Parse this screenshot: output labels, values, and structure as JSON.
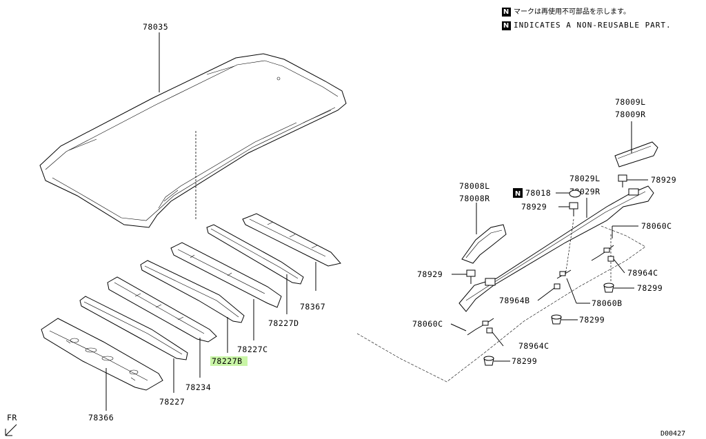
{
  "legend": {
    "badge": "N",
    "jp_text": "マークは再使用不可部品を示します。",
    "en_text": "INDICATES A NON-REUSABLE PART."
  },
  "parts": {
    "roof_panel": "78035",
    "front_bow": "78366",
    "bow_1": "78227",
    "bow_2": "78234",
    "bow_3": "78227B",
    "bow_4": "78227C",
    "bow_5": "78227D",
    "rear_bow": "78367",
    "rail_front_cover_l": "78008L",
    "rail_front_cover_r": "78008R",
    "rail_rear_cover_l": "78009L",
    "rail_rear_cover_r": "78009R",
    "rail_l": "78029L",
    "rail_r": "78029R",
    "clip_badge": "N",
    "clip": "78018",
    "bolt_upper_right": "78929",
    "bolt_mid": "78929",
    "bolt_left": "78929",
    "bracket_c_upper": "78060C",
    "bracket_c_lower": "78060C",
    "bracket_b": "78060B",
    "washer_c_upper": "78964C",
    "washer_b": "78964B",
    "washer_c_lower": "78964C",
    "nut_1": "78299",
    "nut_2": "78299",
    "nut_3": "78299"
  },
  "front_indicator": "FR",
  "diagram_code": "D00427",
  "colors": {
    "highlight": "#c9f5a6",
    "line": "#000000"
  }
}
